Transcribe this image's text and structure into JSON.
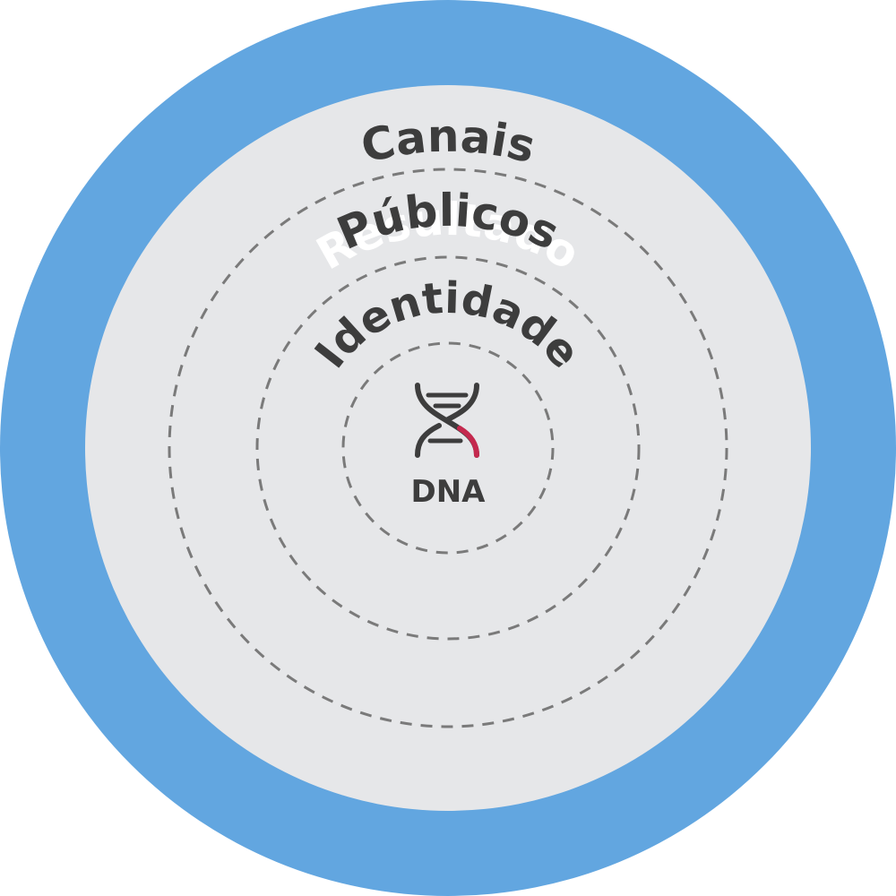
{
  "diagram": {
    "outer_label": "Resultado",
    "rings": [
      {
        "label": "Canais"
      },
      {
        "label": "Públicos"
      },
      {
        "label": "Identidade"
      }
    ],
    "center_label": "DNA",
    "center_icon": "dna-icon"
  },
  "colors": {
    "outer_ring": "#62a6e0",
    "inner_disc": "#e6e7e9",
    "dashed_line": "#7a7a7a",
    "text_dark": "#3d3d3d",
    "text_light": "#ffffff",
    "dna_accent": "#c4294e"
  }
}
